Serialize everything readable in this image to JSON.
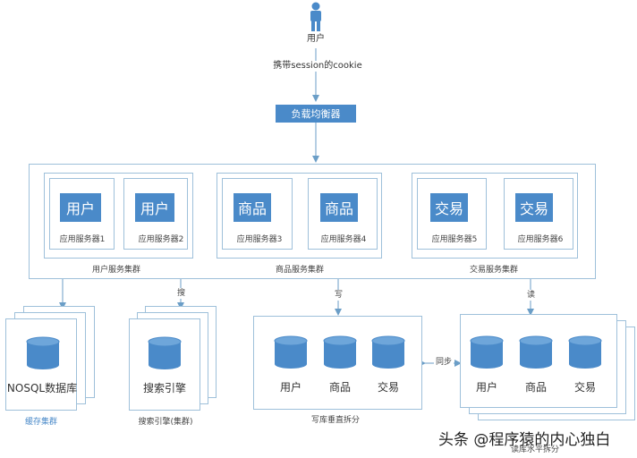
{
  "user": {
    "label": "用户"
  },
  "cookie_label": "携带session的cookie",
  "load_balancer": "负载均衡器",
  "clusters": [
    {
      "servers": [
        {
          "tag": "用户",
          "label": "应用服务器1"
        },
        {
          "tag": "用户",
          "label": "应用服务器2"
        }
      ],
      "label": "用户服务集群"
    },
    {
      "servers": [
        {
          "tag": "商品",
          "label": "应用服务器3"
        },
        {
          "tag": "商品",
          "label": "应用服务器4"
        }
      ],
      "label": "商品服务集群"
    },
    {
      "servers": [
        {
          "tag": "交易",
          "label": "应用服务器5"
        },
        {
          "tag": "交易",
          "label": "应用服务器6"
        }
      ],
      "label": "交易服务集群"
    }
  ],
  "edges": {
    "search": "搜",
    "write": "写",
    "read": "读",
    "sync": "同步"
  },
  "cache": {
    "db_label": "NOSQL数据库",
    "caption": "缓存集群"
  },
  "search_engine": {
    "db_label": "搜索引擎",
    "caption": "搜索引擎(集群)"
  },
  "write_db": {
    "dbs": [
      "用户",
      "商品",
      "交易"
    ],
    "caption": "写库垂直拆分"
  },
  "read_db": {
    "dbs": [
      "用户",
      "商品",
      "交易"
    ],
    "caption": "读库水平拆分"
  },
  "watermark": "头条 @程序猿的内心独白",
  "colors": {
    "accent": "#4a8ac9",
    "line": "#6b9ec7",
    "border": "#9ec0da"
  }
}
